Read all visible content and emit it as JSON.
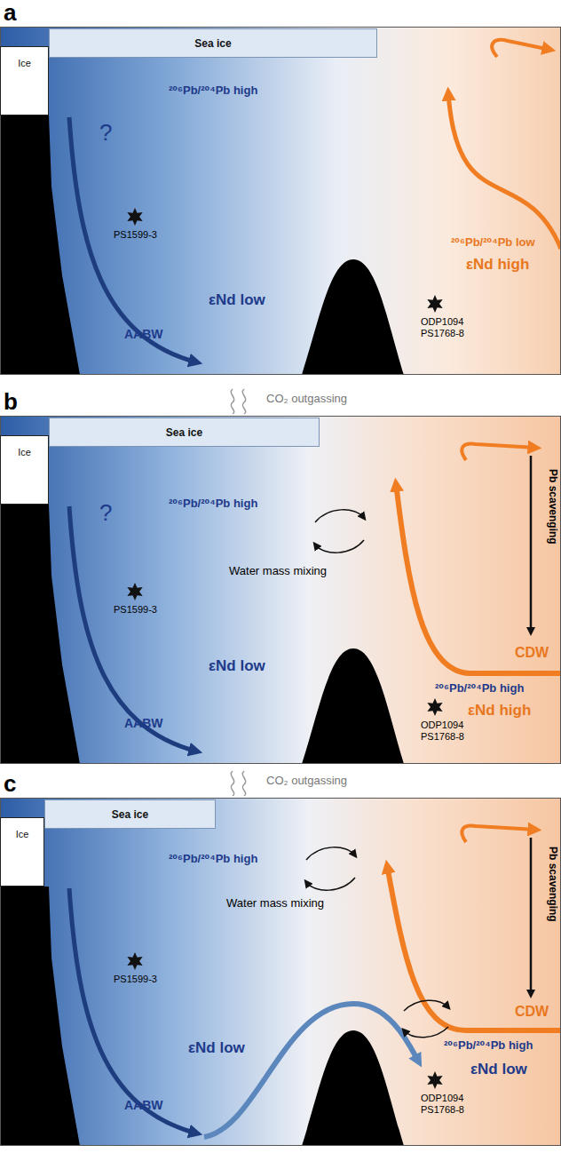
{
  "diagram": {
    "nodes": [
      {
        "text": [
          "Ice"
        ]
      },
      {
        "text": [
          "Sea ice"
        ]
      },
      {
        "text": [
          "Ice"
        ]
      },
      {
        "text": [
          "Sea ice"
        ]
      },
      {
        "text": [
          "Ice"
        ]
      },
      {
        "text": [
          "Sea ice"
        ]
      }
    ],
    "labels": [
      "a",
      "?",
      "²⁰⁶Pb/²⁰⁴Pb high",
      "PS1599-3",
      "εNd low",
      "AABW",
      "²⁰⁶Pb/²⁰⁴Pb low",
      "εNd high",
      "ODP1094",
      "PS1768-8",
      "b",
      "CO₂ outgassing",
      "?",
      "²⁰⁶Pb/²⁰⁴Pb high",
      "Water mass mixing",
      "Pb scavenging",
      "PS1599-3",
      "CDW",
      "²⁰⁶Pb/²⁰⁴Pb high",
      "εNd low",
      "εNd high",
      "ODP1094",
      "PS1768-8",
      "AABW",
      "c",
      "CO₂ outgassing",
      "²⁰⁶Pb/²⁰⁴Pb high",
      "Water mass mixing",
      "Pb scavenging",
      "PS1599-3",
      "CDW",
      "εNd low",
      "²⁰⁶Pb/²⁰⁴Pb high",
      "εNd low",
      "ODP1094",
      "PS1768-8",
      "AABW"
    ]
  }
}
